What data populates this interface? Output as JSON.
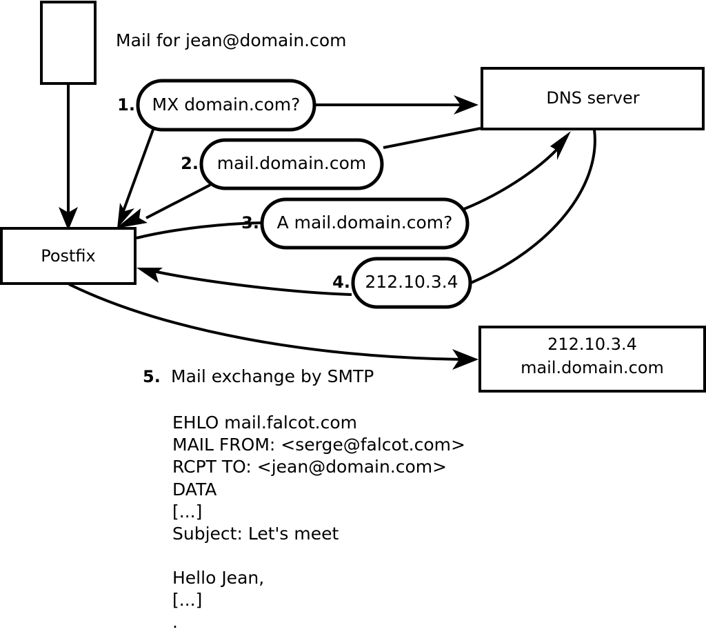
{
  "diagram": {
    "title_note": "Mail for jean@domain.com",
    "nodes": [
      {
        "id": "source-box",
        "label": ""
      },
      {
        "id": "postfix",
        "label": "Postfix"
      },
      {
        "id": "dns-server",
        "label": "DNS server"
      },
      {
        "id": "mail-server",
        "label_line1": "212.10.3.4",
        "label_line2": "mail.domain.com"
      }
    ],
    "steps": [
      {
        "num": "1.",
        "label": "MX domain.com?"
      },
      {
        "num": "2.",
        "label": "mail.domain.com"
      },
      {
        "num": "3.",
        "label": "A mail.domain.com?"
      },
      {
        "num": "4.",
        "label": "212.10.3.4"
      }
    ],
    "step5": {
      "num": "5.",
      "label": "Mail exchange by SMTP"
    },
    "smtp_transcript": [
      "EHLO mail.falcot.com",
      "MAIL FROM: <serge@falcot.com>",
      "RCPT TO: <jean@domain.com>",
      "DATA",
      "[...]",
      "Subject: Let's meet",
      "",
      "Hello Jean,",
      "[...]",
      "."
    ],
    "colors": {
      "stroke": "#000000",
      "fill": "#ffffff",
      "text": "#000000"
    }
  }
}
